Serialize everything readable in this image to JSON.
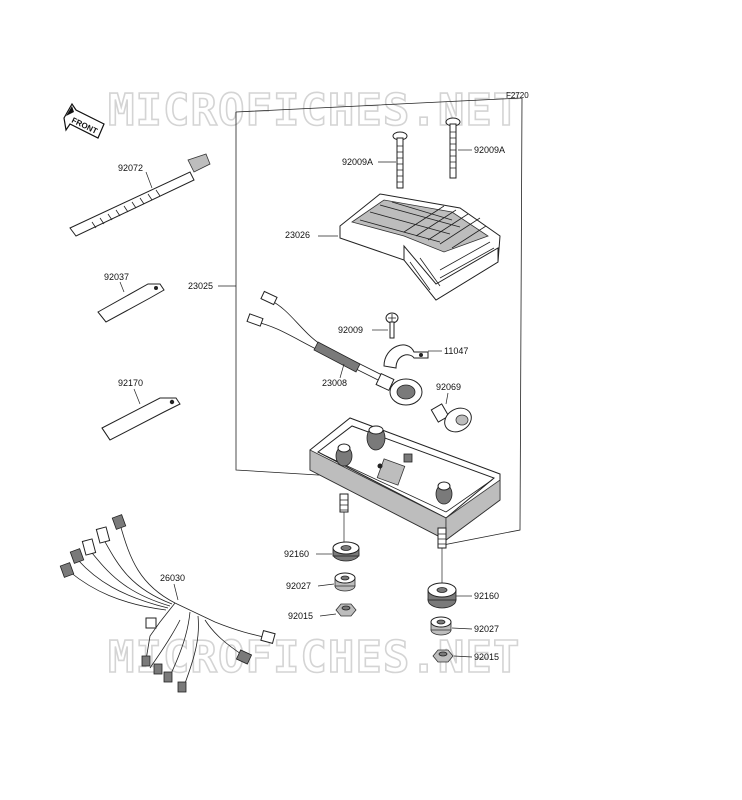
{
  "figure_code": "F2720",
  "front_label": "FRONT",
  "watermark": "MICROFICHES.NET",
  "parts": {
    "p92072": "92072",
    "p92037": "92037",
    "p92170": "92170",
    "p26030": "26030",
    "p23025": "23025",
    "p92009A_left": "92009A",
    "p92009A_right": "92009A",
    "p23026": "23026",
    "p92009": "92009",
    "p11047": "11047",
    "p23008": "23008",
    "p92069": "92069",
    "p92160_left": "92160",
    "p92027_left": "92027",
    "p92015_left": "92015",
    "p92160_right": "92160",
    "p92027_right": "92027",
    "p92015_right": "92015"
  }
}
